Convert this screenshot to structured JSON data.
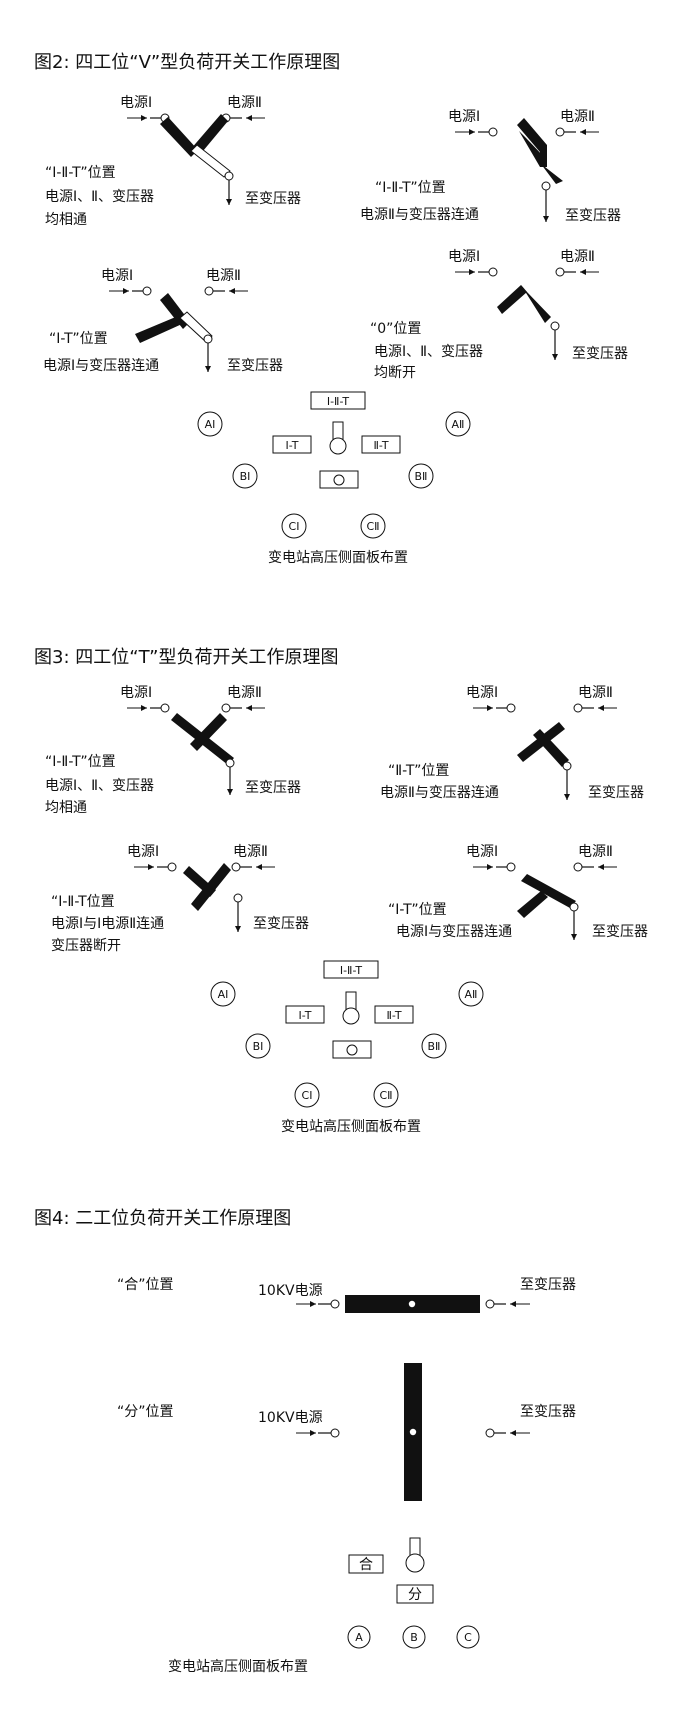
{
  "fig2": {
    "title": "图2: 四工位“V”型负荷开关工作原理图",
    "src1": "电源Ⅰ",
    "src2": "电源Ⅱ",
    "to_tx": "至变压器",
    "p1_title": "“Ⅰ-Ⅱ-T”位置",
    "p1_line1": "电源Ⅰ、Ⅱ、变压器",
    "p1_line2": "均相通",
    "p2_title": "“Ⅰ-Ⅱ-T”位置",
    "p2_line1": "电源Ⅱ与变压器连通",
    "p3_title": "“Ⅰ-T”位置",
    "p3_line1": "电源Ⅰ与变压器连通",
    "p4_title": "“0”位置",
    "p4_line1": "电源Ⅰ、Ⅱ、变压器",
    "p4_line2": "均断开",
    "panel": {
      "btn_top": "Ⅰ-Ⅱ-T",
      "btn_left": "Ⅰ-T",
      "btn_right": "Ⅱ-T",
      "circles": [
        "AⅠ",
        "AⅡ",
        "BⅠ",
        "BⅡ",
        "CⅠ",
        "CⅡ"
      ],
      "caption": "变电站高压侧面板布置"
    }
  },
  "fig3": {
    "title": "图3: 四工位“T”型负荷开关工作原理图",
    "src1": "电源Ⅰ",
    "src2": "电源Ⅱ",
    "to_tx": "至变压器",
    "p1_title": "“Ⅰ-Ⅱ-T”位置",
    "p1_line1": "电源Ⅰ、Ⅱ、变压器",
    "p1_line2": "均相通",
    "p2_title": "“Ⅱ-T”位置",
    "p2_line1": "电源Ⅱ与变压器连通",
    "p3_title": "“Ⅰ-Ⅱ-T位置",
    "p3_line1": "电源Ⅰ与Ⅰ电源Ⅱ连通",
    "p3_line2": "变压器断开",
    "p4_title": "“Ⅰ-T”位置",
    "p4_line1": "电源Ⅰ与变压器连通",
    "panel": {
      "btn_top": "Ⅰ-Ⅱ-T",
      "btn_left": "Ⅰ-T",
      "btn_right": "Ⅱ-T",
      "circles": [
        "AⅠ",
        "AⅡ",
        "BⅠ",
        "BⅡ",
        "CⅠ",
        "CⅡ"
      ],
      "caption": "变电站高压侧面板布置"
    }
  },
  "fig4": {
    "title": "图4: 二工位负荷开关工作原理图",
    "closed_label": "“合”位置",
    "open_label": "“分”位置",
    "source": "10KV电源",
    "to_tx": "至变压器",
    "panel": {
      "btn_close": "合",
      "btn_open": "分",
      "circles": [
        "A",
        "B",
        "C"
      ],
      "caption": "变电站高压侧面板布置"
    }
  }
}
